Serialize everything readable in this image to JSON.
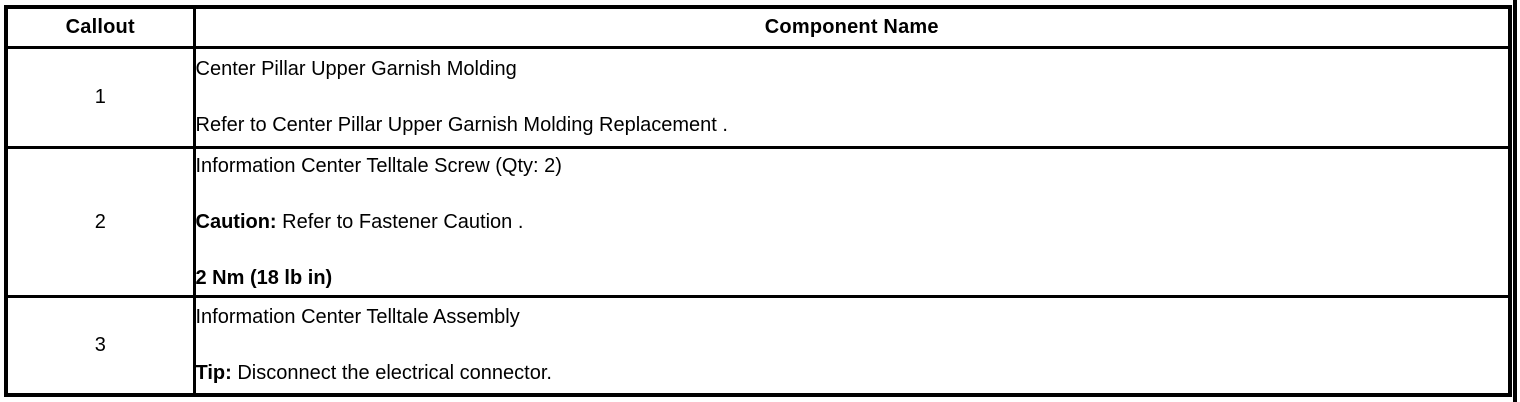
{
  "table": {
    "headers": {
      "callout": "Callout",
      "component_name": "Component Name"
    },
    "rows": [
      {
        "callout": "1",
        "lines": [
          {
            "lead": "",
            "text": "Center Pillar Upper Garnish Molding",
            "bold": false
          },
          {
            "lead": "",
            "text": "Refer to Center Pillar Upper Garnish Molding Replacement .",
            "bold": false
          }
        ]
      },
      {
        "callout": "2",
        "lines": [
          {
            "lead": "",
            "text": "Information Center Telltale Screw (Qty: 2)",
            "bold": false
          },
          {
            "lead": "Caution:",
            "text": " Refer to Fastener Caution .",
            "bold": false
          },
          {
            "lead": "",
            "text": "2 Nm (18 lb in)",
            "bold": true
          }
        ]
      },
      {
        "callout": "3",
        "lines": [
          {
            "lead": "",
            "text": "Information Center Telltale Assembly",
            "bold": false
          },
          {
            "lead": "Tip:",
            "text": " Disconnect the electrical connector.",
            "bold": false
          }
        ]
      }
    ]
  },
  "colors": {
    "border": "#000000",
    "text": "#000000",
    "background": "#ffffff"
  }
}
